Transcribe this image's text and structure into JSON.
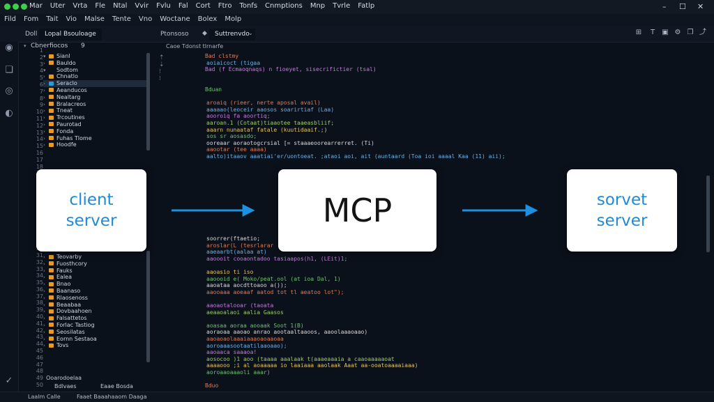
{
  "window": {
    "menu_row1": [
      "Mar",
      "Uter",
      "Vrta",
      "Fle",
      "Ntal",
      "Vvir",
      "Fvlu",
      "Fal",
      "Cort",
      "Ftro",
      "Tonfs",
      "Cnmptions",
      "Mnp",
      "Tvrle",
      "Fatlp"
    ],
    "menu_row2": [
      "Fild",
      "Fom",
      "Tait",
      "Vio",
      "Malse",
      "Tente",
      "Vno",
      "Woctane",
      "Bolex",
      "Molp"
    ],
    "controls": {
      "minimize": "–",
      "maximize": "☐",
      "close": "✕"
    }
  },
  "tabs": [
    {
      "label": "Doll"
    },
    {
      "label": "Lopal Bsouloage"
    },
    {
      "label": "Ptonsoso"
    },
    {
      "label": "Suttrenvdo"
    }
  ],
  "explorer": {
    "title": "Cbnerfiocos",
    "count": "9",
    "tree": [
      {
        "label": "Sianl",
        "folder": true,
        "open": true
      },
      {
        "label": "Bauldo",
        "folder": true
      },
      {
        "label": "Sodtom",
        "folder": false,
        "open": true
      },
      {
        "label": "Chnatlo",
        "folder": true
      },
      {
        "label": "Seraclo",
        "folder": true,
        "selected": true
      },
      {
        "label": "Aeanducos",
        "folder": true
      },
      {
        "label": "Nealtarg",
        "folder": true
      },
      {
        "label": "Bralacreos",
        "folder": true
      },
      {
        "label": "Tneat",
        "folder": true
      },
      {
        "label": "Trcoutines",
        "folder": true
      },
      {
        "label": "Paurotad",
        "folder": true
      },
      {
        "label": "Fonda",
        "folder": true
      },
      {
        "label": "Fuhas Tlome",
        "folder": true
      },
      {
        "label": "Hoodfe",
        "folder": true
      }
    ],
    "tree_lower": [
      {
        "label": "Teovarby",
        "folder": true
      },
      {
        "label": "Fuosthcory",
        "folder": true
      },
      {
        "label": "Fauks",
        "folder": true
      },
      {
        "label": "Ealea",
        "folder": true
      },
      {
        "label": "Bnao",
        "folder": true
      },
      {
        "label": "Baanaso",
        "folder": true
      },
      {
        "label": "Rlaosenoss",
        "folder": true
      },
      {
        "label": "Beaabaa",
        "folder": true
      },
      {
        "label": "Dovbaahoen",
        "folder": true
      },
      {
        "label": "Falsattetos",
        "folder": true
      },
      {
        "label": "Forlac Tastiog",
        "folder": true
      },
      {
        "label": "Seosilatas",
        "folder": true
      },
      {
        "label": "Eornn Sestaoa",
        "folder": true
      },
      {
        "label": "Tovs",
        "folder": true
      }
    ]
  },
  "editor": {
    "breadcrumb": "Caoe Tdonst tlrnarfe",
    "code_lines": [
      "Bad clstmy",
      "aoiaicoct (tigaa",
      "Bad (f Ecmaoqnaqs) n fioeyet, sisecrifictier (tsal)",
      "",
      "",
      "Bduan",
      "",
      "aroaiq (rieer, nerte aposal avail)",
      "aaaaao(leoceir aaosos soarirtiaf (Laa)",
      "aooroiq fa aoortiq;",
      "aaroan.1 (Cotaat)tiaaotee taaeasbliif;",
      "aaarn nunaataf fatale (kuutidaaif.;)",
      "sos sr aosasdo;",
      "ooreaar aoraotogcrsial [= staaaeoorearrerret. (Ti)",
      "aaootar (tee aaaa)",
      "aalto)itaaov aaatiai'er/uontoeat. ;ataoi aoi, ait (auntaard (Toa ioi aaaal Kaa (11) aii);"
    ],
    "code_lines_lower": [
      "soorrer(ftaetio;",
      "aroslar(L (tesrlarar",
      "aaeaarbt(aalaa at)",
      "aaoooit cooaontadoo tasiaapos(h1, (LEit)1;",
      "",
      "aaoasio ti iso",
      "aaoooid e( Moko/peat.ool (at ioa Dal, 1)",
      "aaoataa aocdttoaoo a());",
      "aaooaaa aoeaaf aatod tot tl aeatoo lot\");",
      "",
      "aaoaotalooar (taoata",
      "aeaaoalaoi aalia Gaasos",
      "",
      "aoasaa aoraa aooaak Soot 1(B)",
      "aoraoaa aaoao anrao aootaaltaaoos, aaoolaaaoaao)",
      "aaoaoaolaaaiaaaoaoaaoaa",
      "aoroaaasootaatilaaoaao);",
      "aaoaaca saaaoa!",
      "aosocoo )1 aoo (taaaa aaalaak t(aaaeaaaia a caaoaaaaaoat",
      "aaaaooo ;i al aoaaaaa io laaiaaa aaolaak Aaat aa-ooatoaaaaiaaa)",
      "aoroaaoaaaoli aaar)",
      "",
      "Bduo"
    ]
  },
  "bottom": {
    "left_label": "Ooarodoelaa",
    "tab_a": "Bdlvaes",
    "tab_b": "Eaae Bosda"
  },
  "status": {
    "left": "Laalm Calle",
    "mid": "Faaet Baaahaaom Daaga"
  },
  "diagram": {
    "client_line1": "client",
    "client_line2": "server",
    "center": "MCP",
    "right_line1": "sorvet",
    "right_line2": "server"
  },
  "colors": {
    "accent": "#1f8ad8",
    "arrow": "#1e90e0",
    "folder": "#e59a2a",
    "bg": "#0b111b"
  }
}
